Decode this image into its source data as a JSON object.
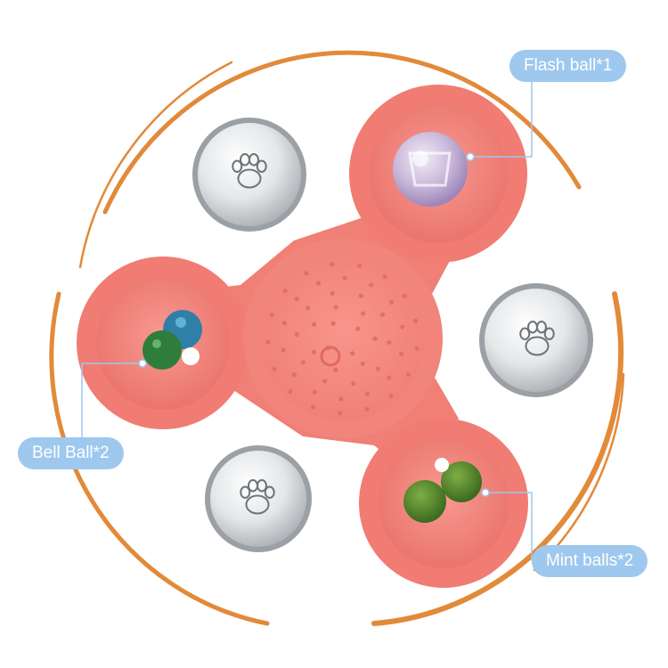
{
  "labels": {
    "flash": "Flash ball*1",
    "bell": "Bell Ball*2",
    "mint": "Mint balls*2"
  },
  "colors": {
    "ring": "#e28a3a",
    "toy_body": "#f3847d",
    "toy_cup_inner": "#ee7b72",
    "label_bg": "#9ec8ee",
    "leader_line": "#9ec8ee",
    "flash_ball": "#c9b8d8",
    "bell_blue": "#2f7fa6",
    "bell_green": "#2f7d3a",
    "mint_ball": "#4a7d2a",
    "clear_ball": "#e6e8ea"
  },
  "icons": {
    "paw": "paw-print-icon"
  }
}
